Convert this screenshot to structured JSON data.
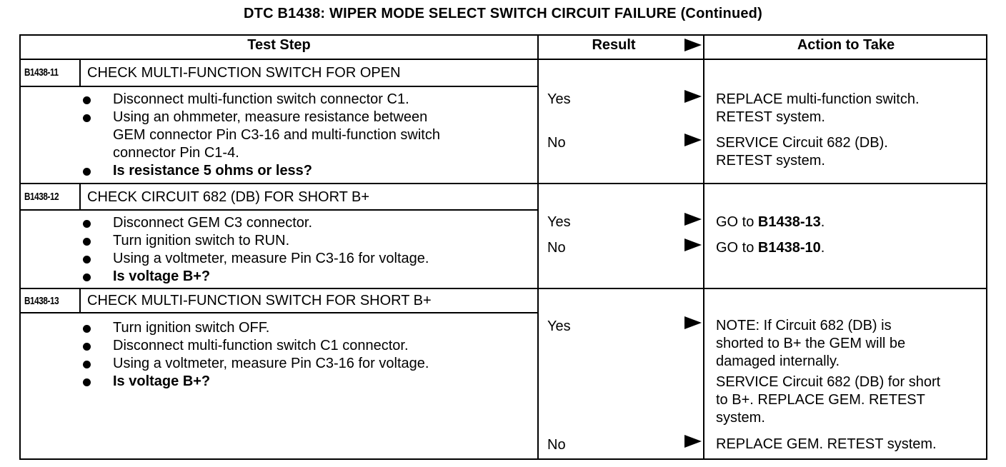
{
  "title": "DTC B1438: WIPER MODE SELECT SWITCH CIRCUIT FAILURE (Continued)",
  "headers": {
    "test_step": "Test Step",
    "result": "Result",
    "action": "Action to Take"
  },
  "steps": [
    {
      "id": "B1438-11",
      "title": "CHECK MULTI-FUNCTION SWITCH FOR OPEN",
      "bullets": [
        "Disconnect multi-function switch connector C1.",
        "Using an ohmmeter, measure resistance between",
        "GEM connector Pin C3-16 and multi-function switch",
        "connector Pin C1-4.",
        "Is resistance 5 ohms or less?"
      ],
      "results": [
        {
          "label": "Yes",
          "action_lines": [
            "REPLACE multi-function switch.",
            "RETEST system."
          ]
        },
        {
          "label": "No",
          "action_lines": [
            "SERVICE Circuit 682 (DB).",
            "RETEST system."
          ]
        }
      ]
    },
    {
      "id": "B1438-12",
      "title": "CHECK CIRCUIT 682 (DB) FOR SHORT B+",
      "bullets": [
        "Disconnect GEM C3 connector.",
        "Turn ignition switch to RUN.",
        "Using a voltmeter, measure Pin C3-16 for voltage.",
        "Is voltage B+?"
      ],
      "results": [
        {
          "label": "Yes",
          "action_prefix": "GO to ",
          "action_bold": "B1438-13",
          "action_suffix": "."
        },
        {
          "label": "No",
          "action_prefix": "GO to ",
          "action_bold": "B1438-10",
          "action_suffix": "."
        }
      ]
    },
    {
      "id": "B1438-13",
      "title": "CHECK MULTI-FUNCTION SWITCH FOR SHORT B+",
      "bullets": [
        "Turn ignition switch OFF.",
        "Disconnect multi-function switch C1 connector.",
        "Using a voltmeter, measure Pin C3-16 for voltage.",
        "Is voltage B+?"
      ],
      "results": [
        {
          "label": "Yes",
          "action_lines": [
            "NOTE: If Circuit 682 (DB) is",
            "shorted to B+ the GEM will be",
            "damaged internally.",
            "SERVICE Circuit 682 (DB) for short",
            "to B+. REPLACE GEM. RETEST",
            "system."
          ]
        },
        {
          "label": "No",
          "action_lines": [
            "REPLACE GEM. RETEST system."
          ]
        }
      ]
    }
  ]
}
